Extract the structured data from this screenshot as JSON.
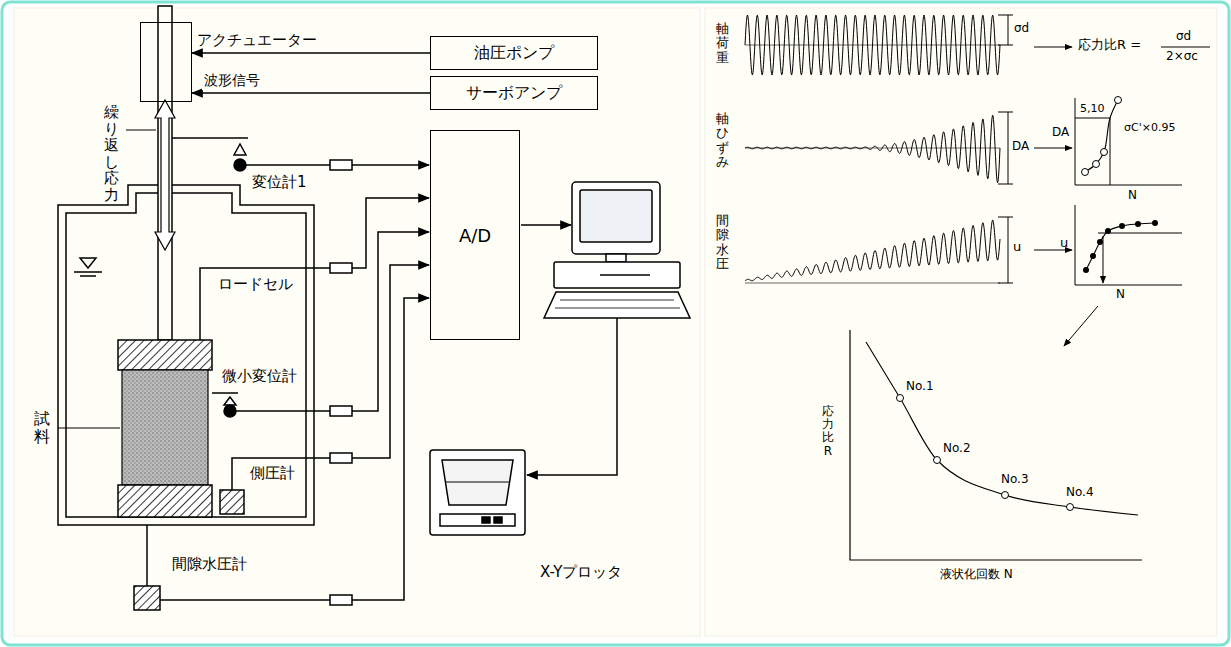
{
  "diagram": {
    "nodes": [
      {
        "text": [
          "アクチュエーター"
        ]
      },
      {
        "text": [
          "油圧ポンプ"
        ]
      },
      {
        "text": [
          "サーボアンプ"
        ]
      },
      {
        "text": [
          "A/D"
        ]
      }
    ],
    "edges": [
      {
        "from": 1,
        "to": 0,
        "arrow": "to"
      },
      {
        "from": 2,
        "to": 0,
        "arrow": "to",
        "label": "波形信号"
      }
    ],
    "labels": [
      "繰り返し応力",
      "変位計1",
      "ロードセル",
      "微小変位計",
      "試料",
      "側圧計",
      "間隙水圧計",
      "X-Yプロッタ",
      "軸荷重",
      "σd",
      "応力比R =",
      "σd",
      "2×σc",
      "軸ひずみ",
      "DA",
      "DA",
      "5,10",
      "σC'×0.95",
      "N",
      "間隙水圧",
      "u",
      "u",
      "N",
      "応力比R",
      "No.1",
      "No.2",
      "No.3",
      "No.4",
      "液状化回数 N"
    ]
  }
}
